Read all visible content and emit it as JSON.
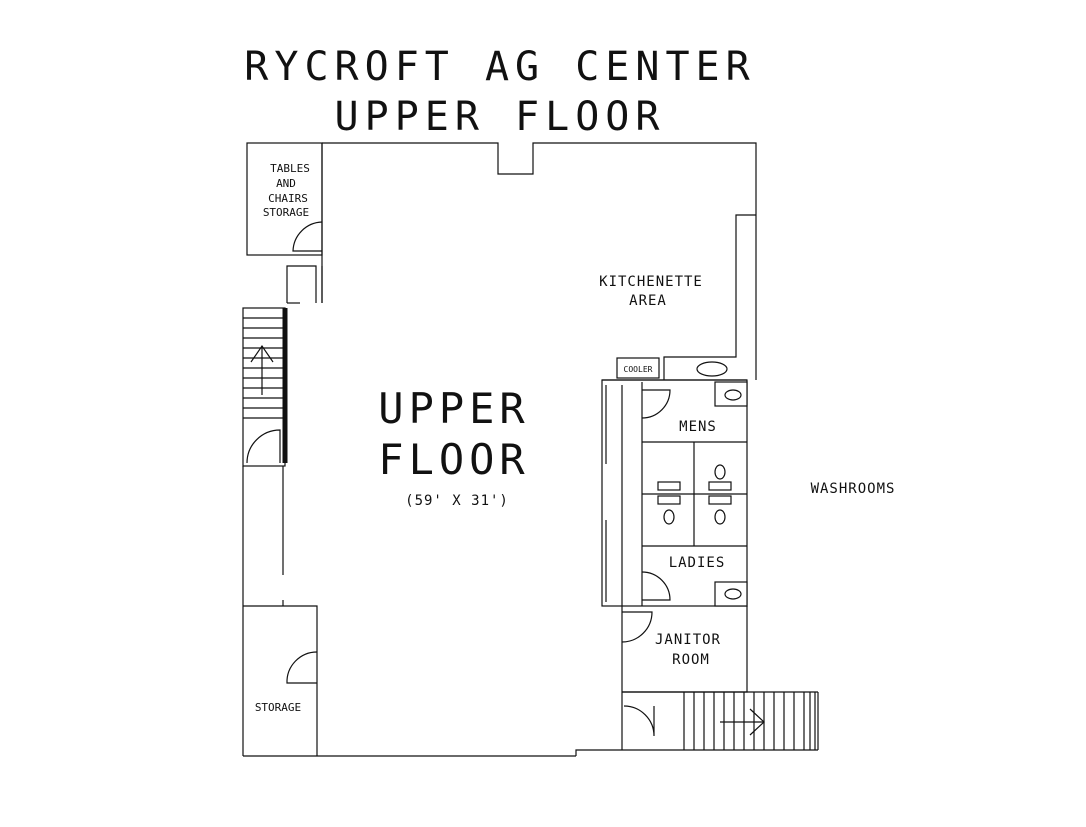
{
  "title": {
    "line1": "RYCROFT AG CENTER",
    "line2": "UPPER FLOOR"
  },
  "rooms": {
    "tables_storage": [
      "TABLES",
      "AND",
      "CHAIRS",
      "STORAGE"
    ],
    "kitchenette": [
      "KITCHENETTE",
      "AREA"
    ],
    "cooler": "COOLER",
    "main": [
      "UPPER",
      "FLOOR"
    ],
    "main_dimensions": "(59' X 31')",
    "mens": "MENS",
    "ladies": "LADIES",
    "washrooms": "WASHROOMS",
    "janitor": [
      "JANITOR",
      "ROOM"
    ],
    "storage": "STORAGE"
  }
}
